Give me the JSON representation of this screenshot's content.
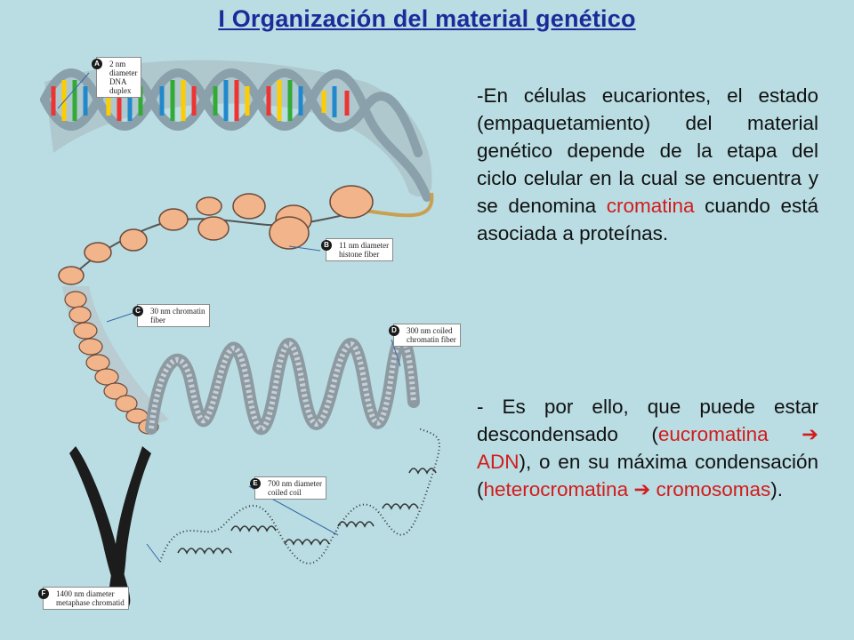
{
  "title": "I Organización del material genético",
  "paragraph1": {
    "text_before": "-En células eucariontes, el estado (empaquetamiento) del material genético depende de la etapa del ciclo celular en la cual se encuentra y se denomina ",
    "highlight": "cromatina",
    "text_after": " cuando está asociada a proteínas."
  },
  "paragraph2": {
    "text_before": "- Es por ello, que puede estar descondensado (",
    "highlight1": "eucromatina",
    "arrow1": " ➔ ",
    "highlight2": "ADN",
    "text_mid": "), o en su máxima condensación (",
    "highlight3": "heterocromatina",
    "arrow2": " ➔ ",
    "highlight4": "cromosomas",
    "text_after": ")."
  },
  "figure_labels": [
    {
      "letter": "A",
      "line1": "2 nm",
      "line2": "diameter",
      "line3": "DNA",
      "line4": "duplex"
    },
    {
      "letter": "B",
      "line1": "11 nm diameter",
      "line2": "histone fiber"
    },
    {
      "letter": "C",
      "line1": "30 nm chromatin",
      "line2": "fiber"
    },
    {
      "letter": "D",
      "line1": "300 nm coiled",
      "line2": "chromatin fiber"
    },
    {
      "letter": "E",
      "line1": "700 nm diameter",
      "line2": "coiled coil"
    },
    {
      "letter": "F",
      "line1": "1400 nm diameter",
      "line2": "metaphase chromatid"
    }
  ],
  "colors": {
    "background": "#b9dde3",
    "title": "#1b2b9a",
    "highlight": "#d31b1b",
    "nucleosome": "#f2b48a"
  }
}
